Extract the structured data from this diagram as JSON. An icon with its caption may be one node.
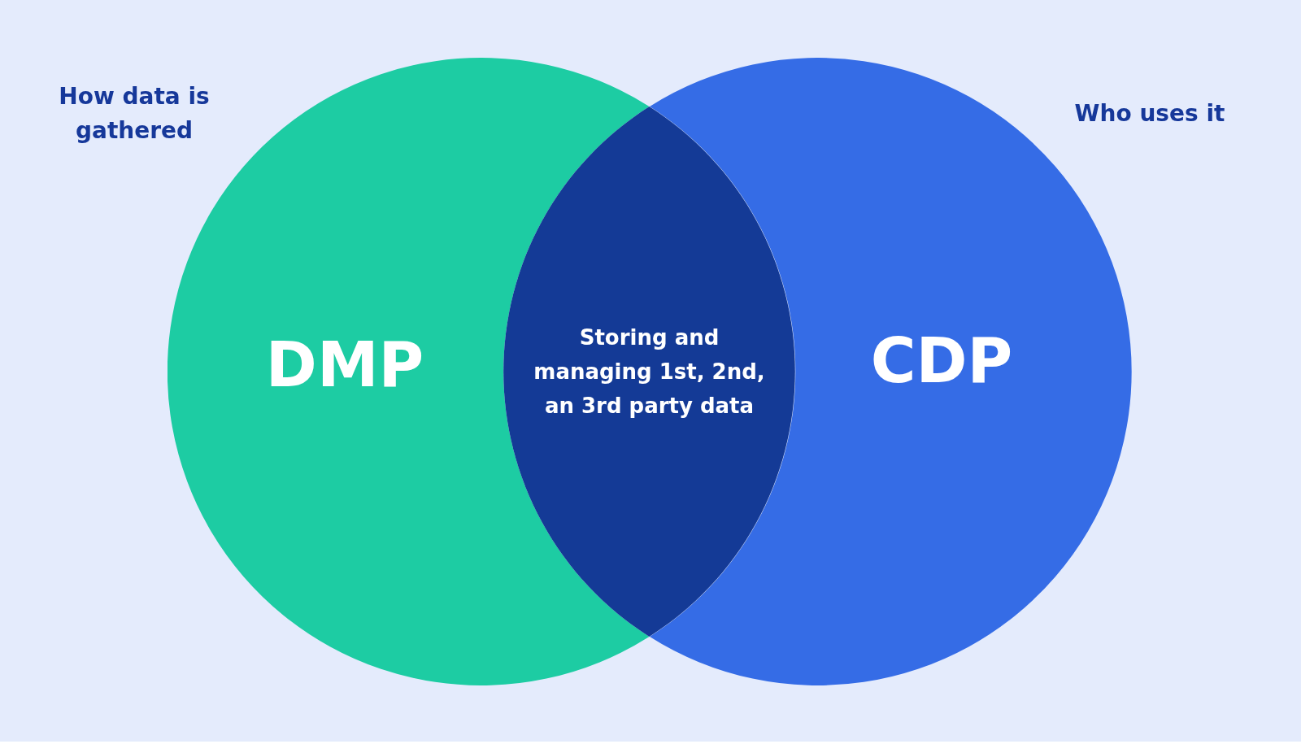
{
  "diagram": {
    "nodes": [
      {
        "text": [
          "DMP"
        ]
      },
      {
        "text": [
          "CDP"
        ]
      },
      {
        "text": [
          "Storing and managing 1st, 2nd, an 3rd party data"
        ]
      }
    ],
    "labels": [
      "How data is gathered",
      "Who uses it"
    ]
  }
}
